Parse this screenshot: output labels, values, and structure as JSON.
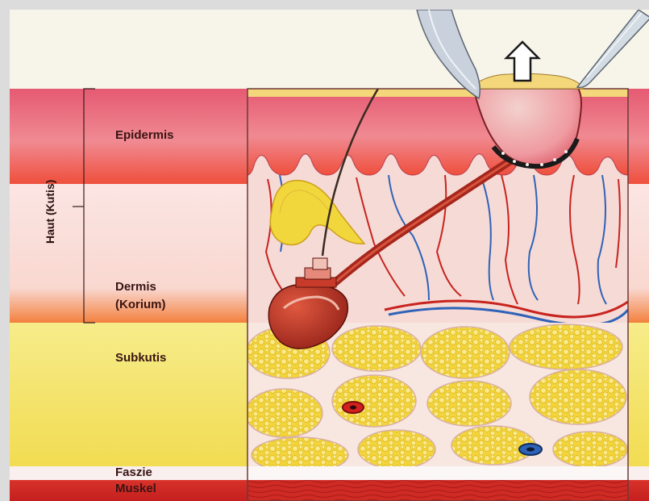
{
  "labels": {
    "group": "Haut (Kutis)",
    "epidermis": "Epidermis",
    "dermis_1": "Dermis",
    "dermis_2": "(Korium)",
    "subkutis": "Subkutis",
    "faszie": "Faszie",
    "muskel": "Muskel"
  },
  "colors": {
    "epidermis": "#e86a7a",
    "dermis": "#f6d7d5",
    "subkutis": "#f4e56a",
    "fat": "#f3d43a",
    "faszie": "#f7f1f1",
    "muskel": "#e03b2c",
    "vessel_red": "#c8241f",
    "vessel_blue": "#2f63b8",
    "hair": "#a5261c"
  },
  "icons": [
    "up-arrow-icon",
    "forceps-icon",
    "scalpel-icon"
  ]
}
